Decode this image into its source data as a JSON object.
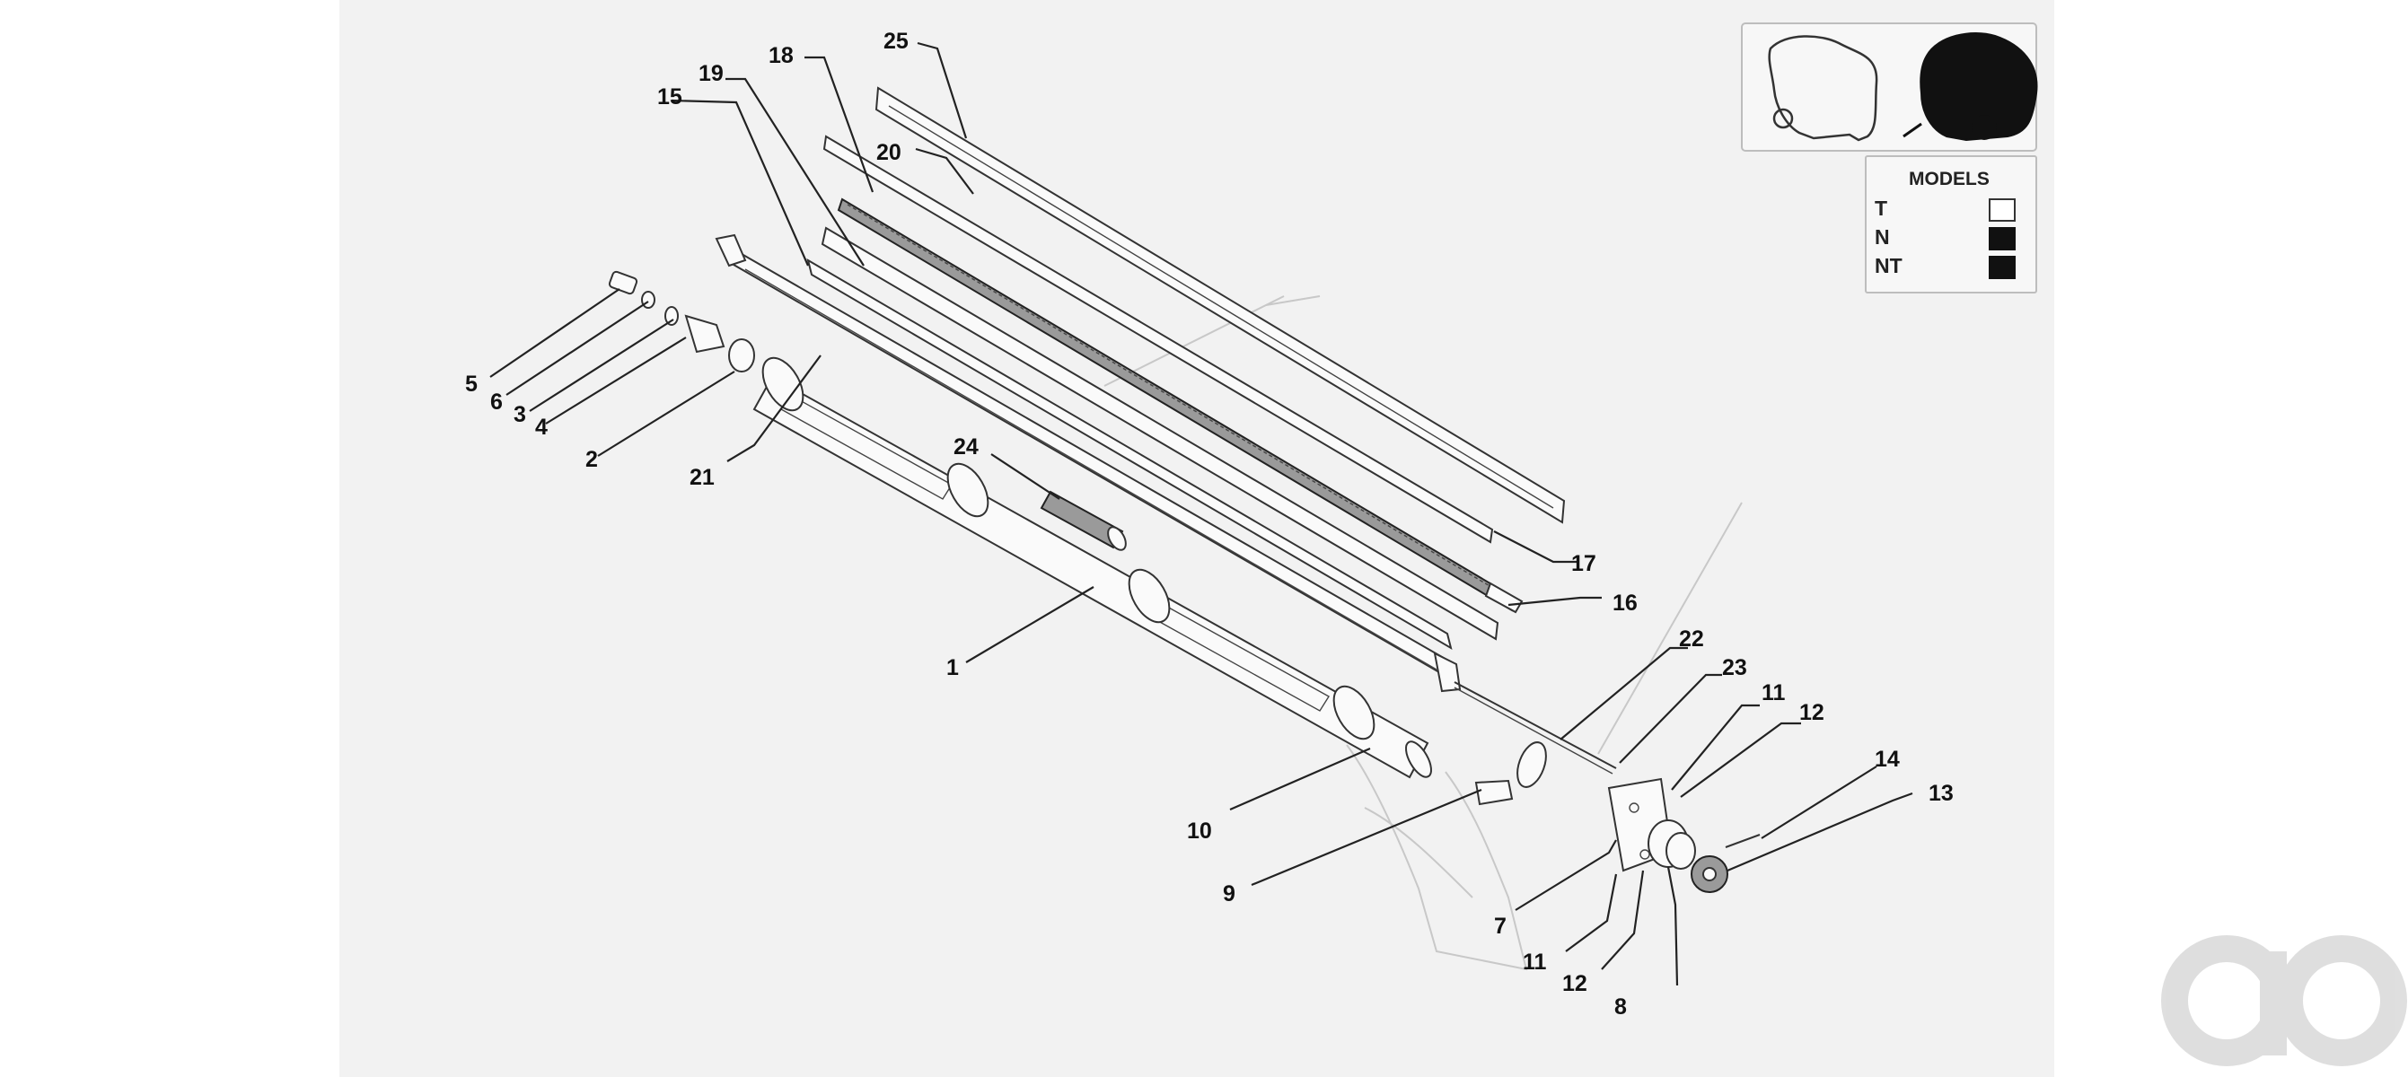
{
  "diagram": {
    "callouts": [
      "1",
      "2",
      "3",
      "4",
      "5",
      "6",
      "7",
      "8",
      "9",
      "10",
      "11",
      "11",
      "12",
      "12",
      "13",
      "14",
      "15",
      "16",
      "17",
      "18",
      "19",
      "20",
      "21",
      "22",
      "23",
      "24",
      "25"
    ]
  },
  "legend": {
    "title": "MODELS",
    "rows": [
      {
        "label": "T",
        "swatch": "#ffffff"
      },
      {
        "label": "N",
        "swatch": "#111111"
      },
      {
        "label": "NT",
        "swatch": "#111111"
      }
    ]
  },
  "colors": {
    "sheet": "#f2f2f2",
    "ink": "#111111",
    "watermark": "#d9d9d9"
  }
}
